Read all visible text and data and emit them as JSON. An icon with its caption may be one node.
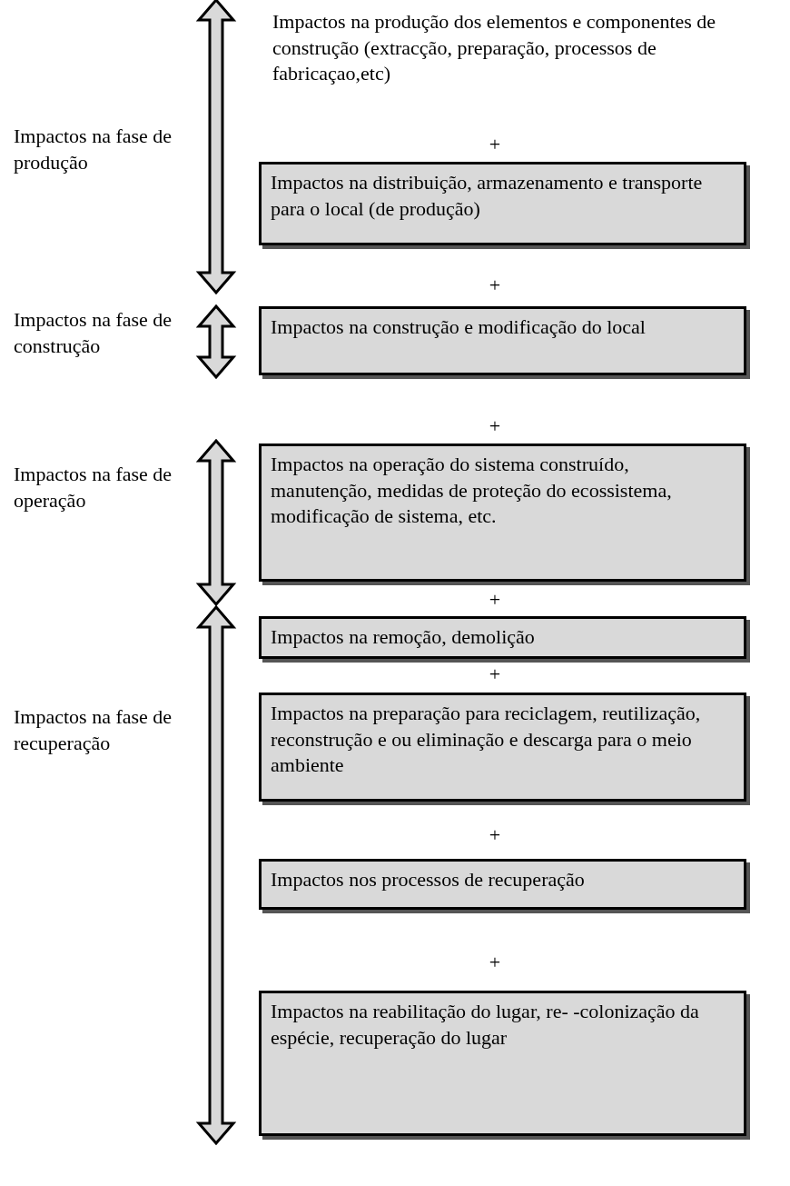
{
  "diagram": {
    "nodes": [
      {
        "text": [
          "Impactos na distribuição, armazenamento e transporte para o local (de produção)"
        ]
      },
      {
        "text": [
          "Impactos na construção e modificação do local"
        ]
      },
      {
        "text": [
          "Impactos na operação do sistema construído, manutenção, medidas de proteção do ecossistema, modificação de sistema, etc."
        ]
      },
      {
        "text": [
          "Impactos na remoção, demolição"
        ]
      },
      {
        "text": [
          "Impactos na preparação para reciclagem, reutilização, reconstrução e ou eliminação e descarga para o meio ambiente"
        ]
      },
      {
        "text": [
          "Impactos nos processos de recuperação"
        ]
      },
      {
        "text": [
          "Impactos na reabilitação do lugar, re- -colonização da espécie, recuperação do lugar"
        ]
      }
    ],
    "labels": [
      "Impactos na produção dos elementos e componentes de construção (extracção, preparação, processos de fabricaçao,etc)",
      "Impactos na fase de produção",
      "+",
      "+",
      "Impactos na fase de construção",
      "+",
      "Impactos na fase de operação",
      "+",
      "+",
      "Impactos na fase de recuperação",
      "+",
      "+"
    ]
  }
}
